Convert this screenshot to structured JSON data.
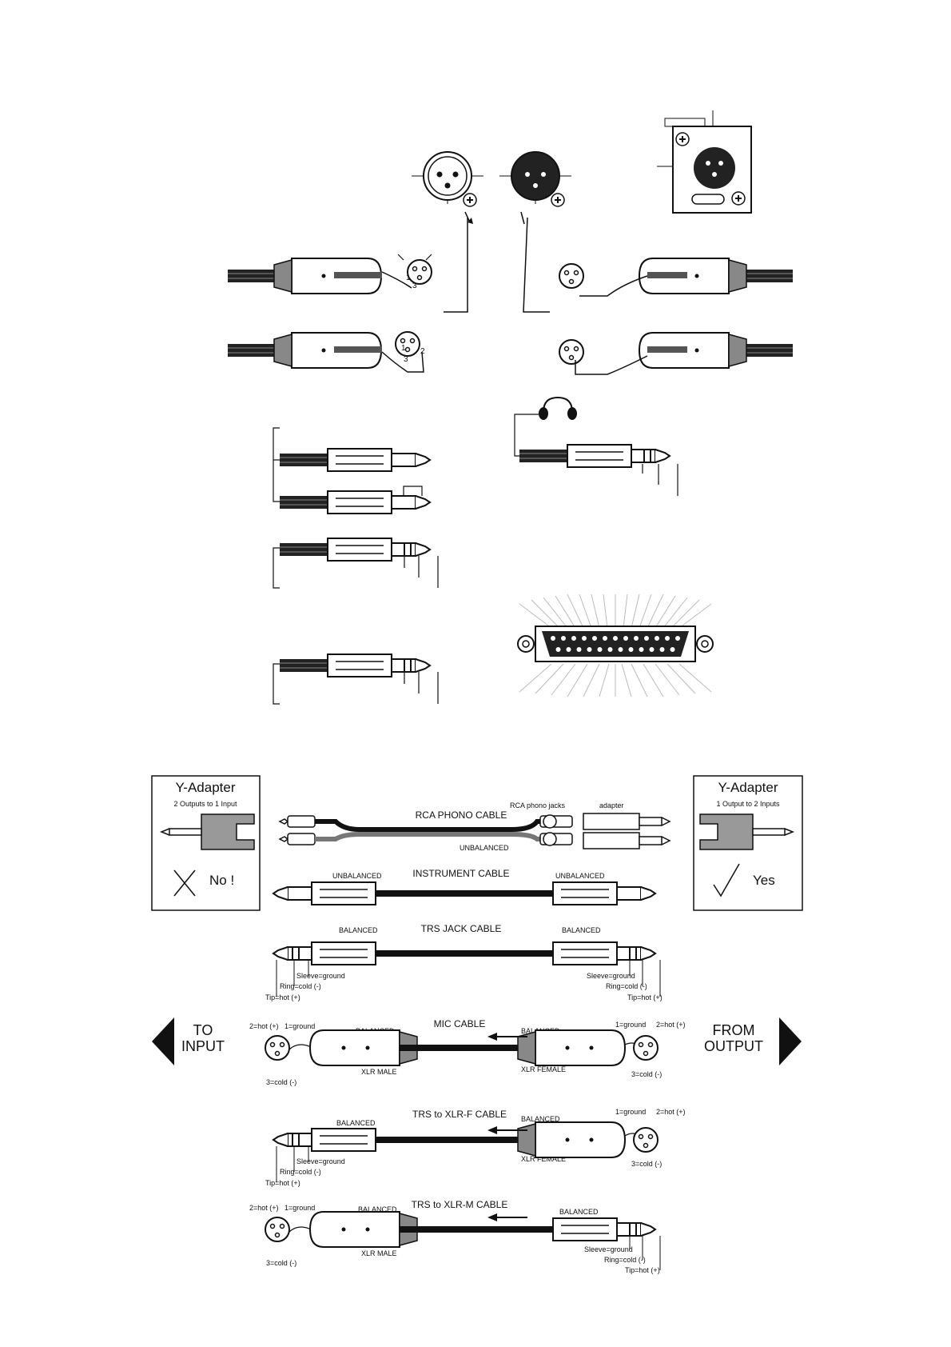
{
  "y_adapter_left": {
    "title": "Y-Adapter",
    "subtitle": "2 Outputs to 1 Input",
    "verdict": "No !"
  },
  "y_adapter_right": {
    "title": "Y-Adapter",
    "subtitle": "1 Output to 2 Inputs",
    "verdict": "Yes"
  },
  "rca_cable": {
    "title": "RCA PHONO CABLE",
    "jacks_label": "RCA phono jacks",
    "adapter_label": "adapter",
    "type_label": "UNBALANCED"
  },
  "instrument_cable": {
    "title": "INSTRUMENT CABLE",
    "left_label": "UNBALANCED",
    "right_label": "UNBALANCED"
  },
  "trs_jack_cable": {
    "title": "TRS JACK CABLE",
    "left_label": "BALANCED",
    "right_label": "BALANCED",
    "sleeve": "Sleeve=ground",
    "ring": "Ring=cold (-)",
    "tip": "Tip=hot (+)"
  },
  "mic_cable": {
    "title": "MIC CABLE",
    "left_label": "BALANCED",
    "right_label": "BALANCED",
    "male_label": "XLR MALE",
    "female_label": "XLR FEMALE",
    "pin2": "2=hot (+)",
    "pin1": "1=ground",
    "pin3": "3=cold (-)"
  },
  "to_input": {
    "line1": "TO",
    "line2": "INPUT"
  },
  "from_output": {
    "line1": "FROM",
    "line2": "OUTPUT"
  },
  "trs_xlrf_cable": {
    "title": "TRS to XLR-F CABLE",
    "left_label": "BALANCED",
    "right_label": "BALANCED",
    "female_label": "XLR FEMALE",
    "sleeve": "Sleeve=ground",
    "ring": "Ring=cold (-)",
    "tip": "Tip=hot (+)",
    "pin1": "1=ground",
    "pin2": "2=hot (+)",
    "pin3": "3=cold (-)"
  },
  "trs_xlrm_cable": {
    "title": "TRS to XLR-M CABLE",
    "left_label": "BALANCED",
    "right_label": "BALANCED",
    "male_label": "XLR MALE",
    "pin2": "2=hot (+)",
    "pin1": "1=ground",
    "pin3": "3=cold (-)",
    "sleeve": "Sleeve=ground",
    "ring": "Ring=cold (-)",
    "tip": "Tip=hot (+)"
  },
  "xlr_pin_numbers": {
    "p1": "1",
    "p2": "2",
    "p3": "3"
  }
}
